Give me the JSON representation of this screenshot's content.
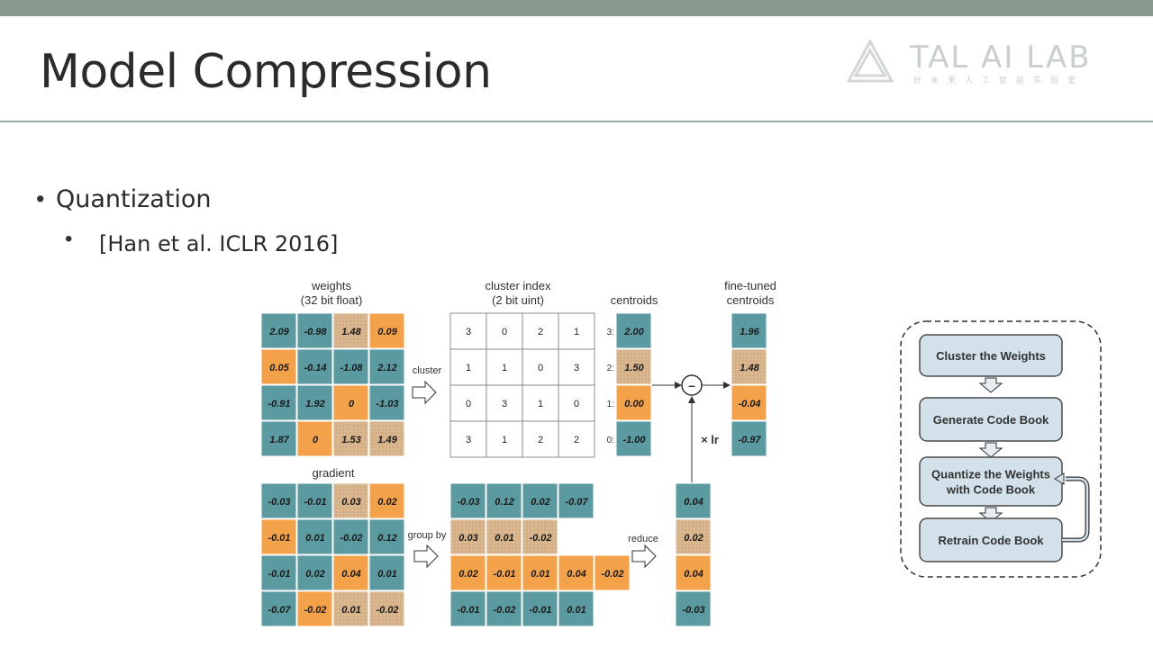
{
  "slide": {
    "title": "Model Compression",
    "logo_text": "TAL AI LAB",
    "logo_sub": "好未来人工智能实验室",
    "bullets": [
      {
        "text": "Quantization"
      },
      {
        "text": "[Han et al. ICLR 2016]"
      }
    ]
  },
  "colors": {
    "teal": "#5b9aa0",
    "orange": "#f4a24a",
    "tan": "#d7b48c",
    "green": "#9ad46c",
    "box_fill": "#d3e2ea",
    "box_stroke": "#4a4a4a"
  },
  "diagram": {
    "weights_title": [
      "weights",
      "(32 bit float)"
    ],
    "cluster_index_title": [
      "cluster index",
      "(2 bit uint)"
    ],
    "centroids_title": "centroids",
    "finetuned_title": [
      "fine-tuned",
      "centroids"
    ],
    "gradient_title": "gradient",
    "cluster_label": "cluster",
    "groupby_label": "group by",
    "reduce_label": "reduce",
    "lr_label": "× lr",
    "minus_symbol": "–",
    "weights": [
      [
        "2.09",
        "-0.98",
        "1.48",
        "0.09"
      ],
      [
        "0.05",
        "-0.14",
        "-1.08",
        "2.12"
      ],
      [
        "-0.91",
        "1.92",
        "0",
        "-1.03"
      ],
      [
        "1.87",
        "0",
        "1.53",
        "1.49"
      ]
    ],
    "weight_colors": [
      [
        "teal",
        "teal",
        "tan",
        "orange"
      ],
      [
        "orange",
        "teal",
        "teal",
        "teal"
      ],
      [
        "teal",
        "teal",
        "orange",
        "teal"
      ],
      [
        "teal",
        "orange",
        "tan",
        "tan"
      ]
    ],
    "cluster_index": [
      [
        "3",
        "0",
        "2",
        "1"
      ],
      [
        "1",
        "1",
        "0",
        "3"
      ],
      [
        "0",
        "3",
        "1",
        "0"
      ],
      [
        "3",
        "1",
        "2",
        "2"
      ]
    ],
    "centroid_indices": [
      "3:",
      "2:",
      "1:",
      "0:"
    ],
    "centroids": [
      "2.00",
      "1.50",
      "0.00",
      "-1.00"
    ],
    "centroid_colors": [
      "teal",
      "tan",
      "orange",
      "teal"
    ],
    "finetuned": [
      "1.96",
      "1.48",
      "-0.04",
      "-0.97"
    ],
    "gradient": [
      [
        "-0.03",
        "-0.01",
        "0.03",
        "0.02"
      ],
      [
        "-0.01",
        "0.01",
        "-0.02",
        "0.12"
      ],
      [
        "-0.01",
        "0.02",
        "0.04",
        "0.01"
      ],
      [
        "-0.07",
        "-0.02",
        "0.01",
        "-0.02"
      ]
    ],
    "gradient_colors": [
      [
        "teal",
        "teal",
        "tan",
        "orange"
      ],
      [
        "orange",
        "teal",
        "teal",
        "teal"
      ],
      [
        "teal",
        "teal",
        "orange",
        "teal"
      ],
      [
        "teal",
        "orange",
        "tan",
        "tan"
      ]
    ],
    "grouped": [
      {
        "color": "teal",
        "values": [
          "-0.03",
          "0.12",
          "0.02",
          "-0.07"
        ]
      },
      {
        "color": "tan",
        "values": [
          "0.03",
          "0.01",
          "-0.02"
        ]
      },
      {
        "color": "orange",
        "values": [
          "0.02",
          "-0.01",
          "0.01",
          "0.04",
          "-0.02"
        ]
      },
      {
        "color": "teal",
        "values": [
          "-0.01",
          "-0.02",
          "-0.01",
          "0.01"
        ]
      }
    ],
    "reduced": [
      "0.04",
      "0.02",
      "0.04",
      "-0.03"
    ]
  },
  "flowchart": {
    "steps": [
      [
        "Cluster the Weights"
      ],
      [
        "Generate Code Book"
      ],
      [
        "Quantize the Weights",
        "with Code Book"
      ],
      [
        "Retrain Code Book"
      ]
    ]
  }
}
